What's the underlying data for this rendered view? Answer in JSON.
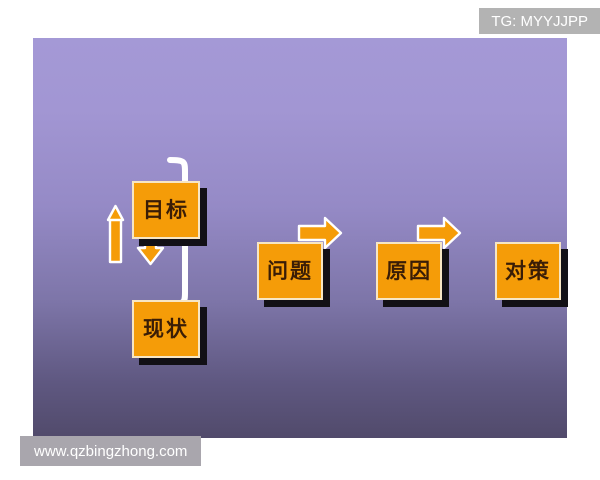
{
  "page": {
    "background": "#ffffff",
    "panel": {
      "gradient_top": "#a499d6",
      "gradient_bottom": "#514a6b"
    }
  },
  "watermarks": {
    "top_right": "TG: MYYJJPP",
    "bottom_left": "www.qzbingzhong.com"
  },
  "colors": {
    "node_fill": "#f59c08",
    "node_border": "#f7e6c4",
    "node_shadow": "#121016",
    "node_text": "#3a1d06",
    "connector": "#ffffff",
    "arrow_fill": "#f59c08",
    "arrow_outline": "#ffffff"
  },
  "diagram": {
    "type": "flow",
    "nodes": [
      {
        "id": "goal",
        "label": "目标",
        "meaning": "goal"
      },
      {
        "id": "current",
        "label": "现状",
        "meaning": "current-state"
      },
      {
        "id": "problem",
        "label": "问题",
        "meaning": "problem"
      },
      {
        "id": "cause",
        "label": "原因",
        "meaning": "cause"
      },
      {
        "id": "counter",
        "label": "对策",
        "meaning": "countermeasure"
      }
    ],
    "connectors": [
      {
        "id": "gap-up",
        "kind": "arrow-up",
        "from": "current",
        "to": "goal"
      },
      {
        "id": "gap-down",
        "kind": "arrow-down",
        "from": "goal",
        "to": "current"
      },
      {
        "id": "brace",
        "kind": "curly-brace",
        "from": "goal+current",
        "to": "problem"
      },
      {
        "id": "flow-1",
        "kind": "arrow-right",
        "from": "problem",
        "to": "cause"
      },
      {
        "id": "flow-2",
        "kind": "arrow-right",
        "from": "cause",
        "to": "counter"
      }
    ]
  }
}
